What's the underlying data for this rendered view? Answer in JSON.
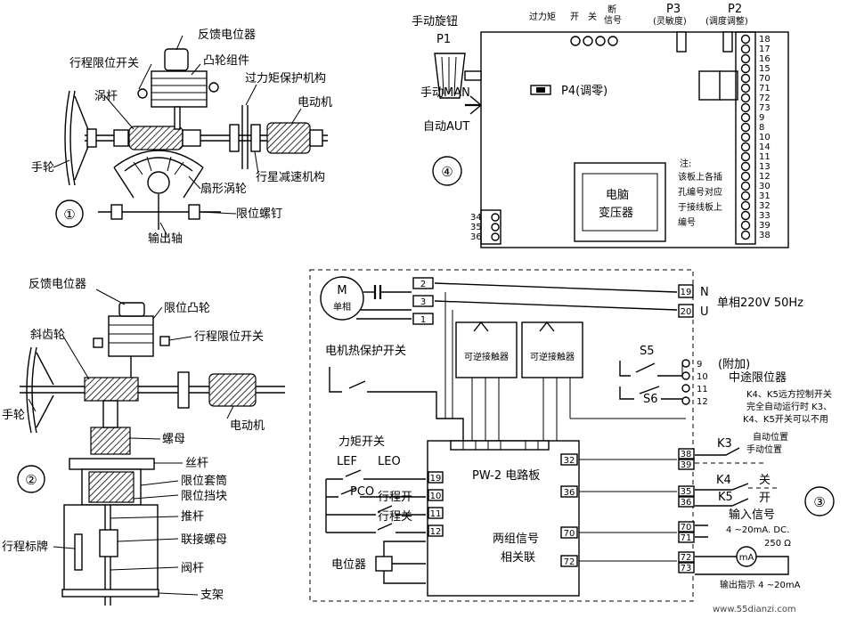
{
  "diagram1": {
    "number": "①",
    "labels": {
      "feedback_pot": "反馈电位器",
      "travel_limit_switch": "行程限位开关",
      "cam_assembly": "凸轮组件",
      "worm": "涡杆",
      "overtorque": "过力矩保护机构",
      "motor": "电动机",
      "handwheel": "手轮",
      "planetary": "行星减速机构",
      "sector_worm_gear": "扇形涡轮",
      "limit_screw": "限位螺钉",
      "output_shaft": "输出轴"
    }
  },
  "diagram2": {
    "number": "②",
    "labels": {
      "feedback_pot": "反馈电位器",
      "limit_cam": "限位凸轮",
      "travel_limit_switch": "行程限位开关",
      "bevel_gear": "斜齿轮",
      "handwheel": "手轮",
      "motor": "电动机",
      "nut": "螺母",
      "lead_screw": "丝杆",
      "limit_sleeve": "限位套筒",
      "limit_block": "限位挡块",
      "push_rod": "推杆",
      "travel_plate": "行程标牌",
      "coupling_nut": "联接螺母",
      "valve_stem": "阀杆",
      "bracket": "支架"
    }
  },
  "diagram4": {
    "number": "④",
    "labels": {
      "manual_knob": "手动旋钮",
      "p1": "P1",
      "manual": "手动MAN",
      "auto": "自动AUT",
      "overtorque": "过力矩",
      "open": "开",
      "close": "关",
      "signal_loss": "断",
      "signal_loss2": "信号",
      "p3": "P3",
      "p3_desc": "(灵敏度)",
      "p2": "P2",
      "p2_desc": "(调度调整)",
      "p4": "P4(调零)",
      "transformer_1": "电脑",
      "transformer_2": "变压器",
      "note_title": "注:",
      "note_1": "该板上各插",
      "note_2": "孔编号对应",
      "note_3": "于接线板上",
      "note_4": "编号"
    },
    "terminal_numbers": [
      "18",
      "17",
      "16",
      "15",
      "70",
      "71",
      "72",
      "73",
      "9",
      "8",
      "10",
      "14",
      "11",
      "13",
      "12",
      "30",
      "31",
      "32",
      "33",
      "39",
      "38"
    ],
    "bottom_terminals": [
      "34",
      "35",
      "36"
    ]
  },
  "diagram3": {
    "number": "③",
    "labels": {
      "motor_m": "M",
      "motor_single": "单相",
      "single_phase": "单相220V  50Hz",
      "thermal_switch": "电机热保护开关",
      "contactor_1": "可逆接触器",
      "contactor_2": "可逆接触器",
      "s5": "S5",
      "s6": "S6",
      "optional": "(附加)",
      "mid_limit": "中途限位器",
      "k45_1": "K4、K5远方控制开关",
      "k45_2": "完全自动运行时 K3、",
      "k45_3": "K4、K5开关可以不用",
      "k3": "K3",
      "auto_pos": "自动位置",
      "manual_pos": "手动位置",
      "k4": "K4",
      "k5": "K5",
      "close": "关",
      "open": "开",
      "torque_switch": "力矩开关",
      "lef": "LEF",
      "leo": "LEO",
      "pco": "PCO",
      "travel_open": "行程开",
      "travel_close": "行程关",
      "board": "PW-2 电路板",
      "pot": "电位器",
      "two_signals_1": "两组信号",
      "two_signals_2": "相关联",
      "input_signal": "输入信号",
      "input_range": "4 ~20mA. DC.",
      "resistance": "250 Ω",
      "output_indicator": "输出指示 4 ~20mA",
      "meter": "mA",
      "n": "N",
      "u": "U"
    },
    "top_terminals": [
      "2",
      "3",
      "1"
    ],
    "right_terminals": [
      "19",
      "20"
    ],
    "mid_terminals": [
      "9",
      "10",
      "11",
      "12"
    ],
    "board_left": [
      "19",
      "10",
      "11",
      "12"
    ],
    "board_right": [
      "32",
      "36",
      "70",
      "72"
    ],
    "far_right": [
      "38",
      "39",
      "35",
      "36",
      "70",
      "71",
      "72",
      "73"
    ]
  },
  "watermark": "www.55dianzi.com"
}
